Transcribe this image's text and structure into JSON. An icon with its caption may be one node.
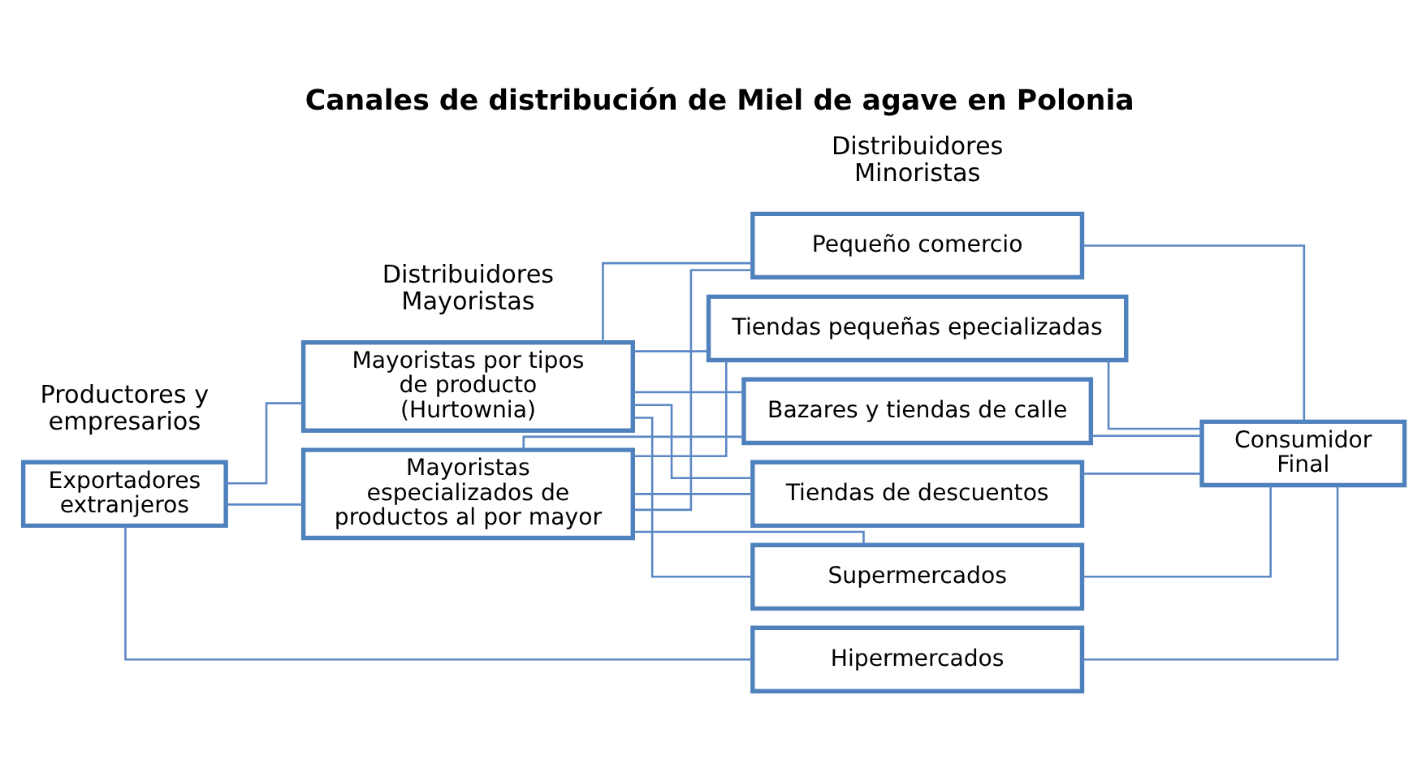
{
  "diagram": {
    "title": "Canales de distribución de Miel de agave en Polonia",
    "nodes": [
      {
        "text": [
          "Exportadores extranjeros"
        ]
      },
      {
        "text": [
          "Mayoristas por tipos de producto (Hurtownia)"
        ]
      },
      {
        "text": [
          "Mayoristas especializados de productos al por mayor"
        ]
      },
      {
        "text": [
          "Pequeño comercio"
        ]
      },
      {
        "text": [
          "Tiendas pequeñas epecializadas"
        ]
      },
      {
        "text": [
          "Bazares y tiendas de calle"
        ]
      },
      {
        "text": [
          "Tiendas de descuentos"
        ]
      },
      {
        "text": [
          "Supermercados"
        ]
      },
      {
        "text": [
          "Hipermercados"
        ]
      },
      {
        "text": [
          "Consumidor Final"
        ]
      }
    ],
    "edges": [
      {
        "from": 0,
        "to": 1,
        "arrow": "none"
      },
      {
        "from": 0,
        "to": 2,
        "arrow": "none"
      },
      {
        "from": 0,
        "to": 8,
        "arrow": "none"
      },
      {
        "from": 1,
        "to": 3,
        "arrow": "none"
      },
      {
        "from": 1,
        "to": 4,
        "arrow": "none"
      },
      {
        "from": 1,
        "to": 5,
        "arrow": "none"
      },
      {
        "from": 1,
        "to": 6,
        "arrow": "none"
      },
      {
        "from": 1,
        "to": 7,
        "arrow": "none"
      },
      {
        "from": 2,
        "to": 3,
        "arrow": "none"
      },
      {
        "from": 2,
        "to": 4,
        "arrow": "none"
      },
      {
        "from": 2,
        "to": 5,
        "arrow": "none"
      },
      {
        "from": 2,
        "to": 6,
        "arrow": "none"
      },
      {
        "from": 2,
        "to": 7,
        "arrow": "none"
      },
      {
        "from": 3,
        "to": 9,
        "arrow": "none"
      },
      {
        "from": 4,
        "to": 9,
        "arrow": "none"
      },
      {
        "from": 5,
        "to": 9,
        "arrow": "none"
      },
      {
        "from": 6,
        "to": 9,
        "arrow": "none"
      },
      {
        "from": 7,
        "to": 9,
        "arrow": "none"
      },
      {
        "from": 8,
        "to": 9,
        "arrow": "none"
      }
    ],
    "labels": [
      "Productores y empresarios",
      "Distribuidores Mayoristas",
      "Distribuidores Minoristas"
    ]
  }
}
